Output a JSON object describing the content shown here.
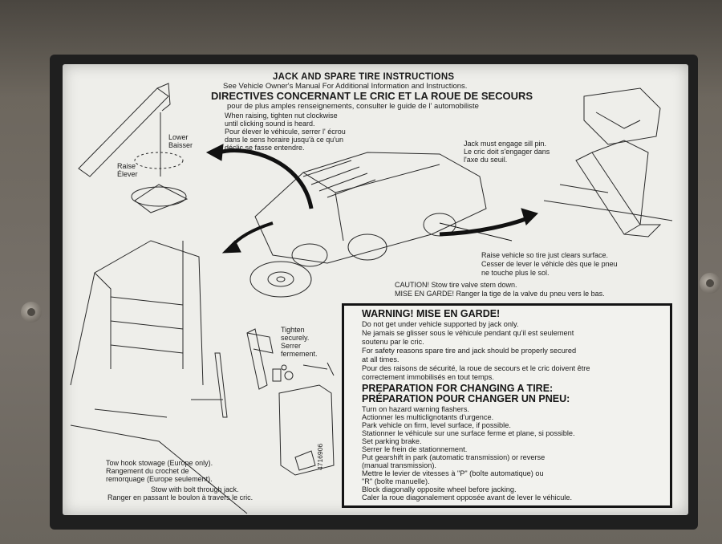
{
  "label": {
    "title": "JACK AND SPARE TIRE INSTRUCTIONS",
    "subtitle": "See Vehicle Owner's Manual For Additional Information and Instructions.",
    "title_fr": "DIRECTIVES CONCERNANT LE CRIC ET LA ROUE DE SECOURS",
    "subtitle_fr": "pour de plus amples renseignements, consulter le guide de l' automobiliste",
    "raising_note": [
      "When raising, tighten nut clockwise",
      "until clicking sound is heard.",
      "Pour élever le véhicule, serrer l' écrou",
      "dans le sens horaire jusqu'à ce qu'un",
      "déclic se fasse entendre."
    ],
    "lower": [
      "Lower",
      "Baisser"
    ],
    "raise": [
      "Raise",
      "Élever"
    ],
    "sill_note": [
      "Jack must engage sill pin.",
      "Le cric doit s'engager dans",
      "l'axe du seuil."
    ],
    "raise_vehicle_note": [
      "Raise vehicle so tire just clears surface.",
      "Cesser de lever le véhicle dès que le pneu",
      "ne touche plus le sol."
    ],
    "caution_note": [
      "CAUTION! Stow tire valve stem down.",
      "MISE EN GARDE! Ranger la tige de la valve du pneu vers le bas."
    ],
    "tighten_note": [
      "Tighten",
      "securely.",
      "Serrer",
      "fermement."
    ],
    "tow_hook_note": [
      "Tow hook stowage (Europe only).",
      "Rangement du crochet de",
      "remorquage (Europe seulement)."
    ],
    "stow_note": [
      "Stow with bolt through jack.",
      "Ranger en passant le boulon à travers le cric."
    ],
    "part_number": "4716906"
  },
  "warning": {
    "heading": "WARNING! MISE EN GARDE!",
    "lines": [
      "Do not get under vehicle supported by jack only.",
      "Ne jamais se glisser sous le véhicule pendant qu'il est seulement",
      "soutenu par le cric.",
      "For safety reasons spare tire and jack should be properly secured",
      "at all times.",
      "Pour des raisons de sécurité, la roue de secours et le cric doivent être",
      "correctement immobilisés en tout temps."
    ],
    "prep_heading": "PREPARATION FOR CHANGING A TIRE:",
    "prep_heading_fr": "PRÉPARATION POUR CHANGER UN PNEU:",
    "prep_lines": [
      "Turn on hazard warning flashers.",
      "Actionner les multiclignotants d'urgence.",
      "Park vehicle on firm, level surface, if possible.",
      "Stationner le véhicule sur une surface ferme et plane, si possible.",
      "Set parking brake.",
      "Serrer le frein de stationnement.",
      "Put gearshift in park (automatic transmission) or reverse",
      "(manual transmission).",
      "Mettre le levier de vitesses à \"P\" (boîte automatique) ou",
      "\"R\" (boîte manuelle).",
      "Block diagonally opposite wheel before jacking.",
      "Caler la roue diagonalement opposée avant de lever le véhicule."
    ]
  },
  "colors": {
    "label_bg": "#eeeeea",
    "ink": "#1c1c1c",
    "mat": "#1f1f1f",
    "backdrop": "#6d675e"
  }
}
